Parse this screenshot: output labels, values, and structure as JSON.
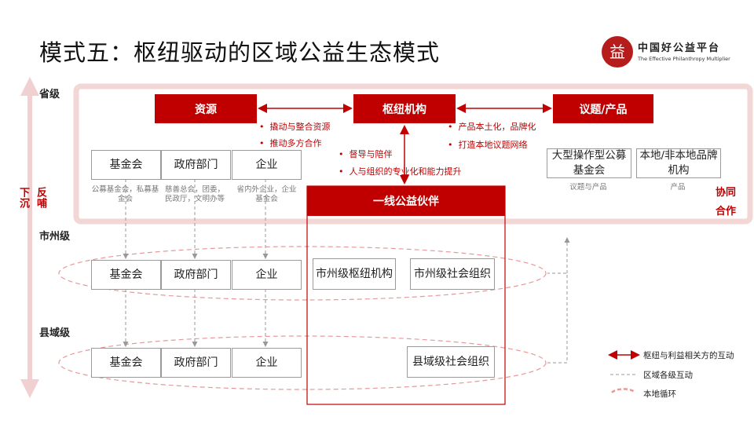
{
  "title": "模式五：枢纽驱动的区域公益生态模式",
  "logo": {
    "seal_char": "益",
    "name_cn": "中国好公益平台",
    "name_en": "The Effective Philanthropy Multiplier"
  },
  "levels": {
    "province": "省级",
    "city": "市州级",
    "county": "县域级"
  },
  "side_labels": {
    "down": "下沉",
    "up": "反哺"
  },
  "top_boxes": {
    "resources": "资源",
    "hub": "枢纽机构",
    "topics": "议题/产品",
    "frontline": "一线公益伙伴"
  },
  "bullets": {
    "resources_hub": [
      "撬动与整合资源",
      "推动多方合作"
    ],
    "hub_topics": [
      "产品本土化，品牌化",
      "打造本地议题网络"
    ],
    "hub_frontline": [
      "督导与陪伴",
      "人与组织的专业化和能力提升"
    ]
  },
  "province_boxes": {
    "foundation": "基金会",
    "government": "政府部门",
    "enterprise": "企业",
    "big_foundation": "大型操作型公募基金会",
    "brand_orgs": "本地/非本地品牌机构"
  },
  "province_notes": {
    "foundation": "公募基金会，私募基金会",
    "government": "慈善总会，团委，民政厅，文明办等",
    "enterprise": "省内外企业，企业基金会",
    "big_foundation": "议题与产品",
    "brand_orgs": "产品"
  },
  "coop_label": "协同合作",
  "city_boxes": {
    "foundation": "基金会",
    "government": "政府部门",
    "enterprise": "企业",
    "hub": "市州级枢纽机构",
    "social_org": "市州级社会组织"
  },
  "county_boxes": {
    "foundation": "基金会",
    "government": "政府部门",
    "enterprise": "企业",
    "social_org": "县域级社会组织"
  },
  "legend": {
    "items": [
      "枢纽与利益相关方的互动",
      "区域各级互动",
      "本地循环"
    ]
  },
  "colors": {
    "accent": "#c00000",
    "light_accent": "#f3d6d6",
    "dashed": "#999999"
  }
}
